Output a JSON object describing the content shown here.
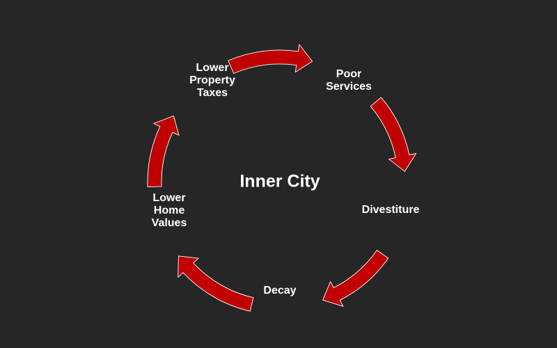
{
  "diagram": {
    "center_label": "Inner City",
    "nodes": [
      {
        "id": "lower-property-taxes",
        "lines": [
          "Lower",
          "Property",
          "Taxes"
        ]
      },
      {
        "id": "poor-services",
        "lines": [
          "Poor",
          "Services"
        ]
      },
      {
        "id": "divestiture",
        "lines": [
          "Divestiture"
        ]
      },
      {
        "id": "decay",
        "lines": [
          "Decay"
        ]
      },
      {
        "id": "lower-home-values",
        "lines": [
          "Lower",
          "Home",
          "Values"
        ]
      }
    ],
    "edges": [
      {
        "from": "lower-property-taxes",
        "to": "poor-services"
      },
      {
        "from": "poor-services",
        "to": "divestiture"
      },
      {
        "from": "divestiture",
        "to": "decay"
      },
      {
        "from": "decay",
        "to": "lower-home-values"
      },
      {
        "from": "lower-home-values",
        "to": "lower-property-taxes"
      }
    ],
    "colors": {
      "background": "#262626",
      "arrow_fill": "#c00000",
      "arrow_stroke": "#ffffff",
      "text": "#ffffff"
    }
  }
}
